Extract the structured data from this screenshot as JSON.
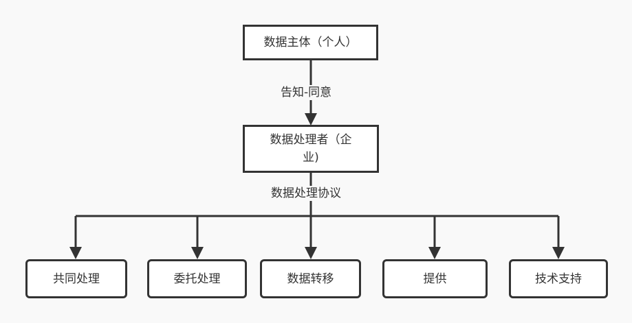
{
  "diagram": {
    "top_node": "数据主体（个人）",
    "middle_node_line1": "数据处理者（企",
    "middle_node_line2": "业)",
    "edge_top_label": "告知-同意",
    "edge_mid_label": "数据处理协议",
    "leaves": [
      "共同处理",
      "委托处理",
      "数据转移",
      "提供",
      "技术支持"
    ]
  }
}
